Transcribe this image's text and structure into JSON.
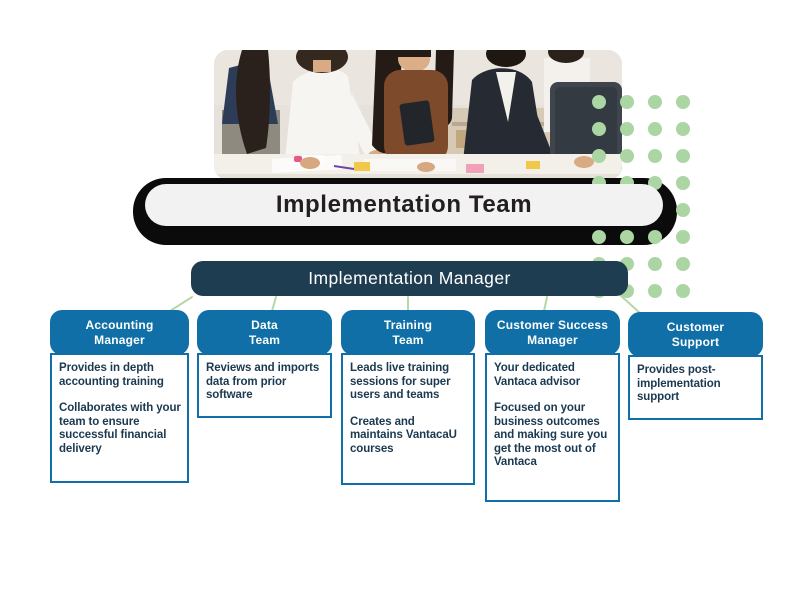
{
  "banner": {
    "title": "Implementation Team"
  },
  "manager": {
    "label": "Implementation Manager"
  },
  "boxes": [
    {
      "title_line1": "Accounting",
      "title_line2": "Manager",
      "paragraphs": [
        "Provides in depth accounting training",
        "Collaborates with your team to ensure successful financial delivery"
      ]
    },
    {
      "title_line1": "Data",
      "title_line2": "Team",
      "paragraphs": [
        "Reviews and imports data from prior software"
      ]
    },
    {
      "title_line1": "Training",
      "title_line2": "Team",
      "paragraphs": [
        "Leads live training sessions for super users and teams",
        "Creates and maintains VantacaU courses"
      ]
    },
    {
      "title_line1": "Customer Success",
      "title_line2": "Manager",
      "paragraphs": [
        "Your dedicated Vantaca advisor",
        "Focused on your business outcomes and making sure you get the most out of Vantaca"
      ]
    },
    {
      "title_line1": "Customer",
      "title_line2": "Support",
      "paragraphs": [
        "Provides post-implementation support"
      ]
    }
  ],
  "colors": {
    "accent_blue": "#0f6fa6",
    "navy": "#1f3d50",
    "dot_green": "#abd5a2",
    "line_green": "#b5d8a5",
    "banner_bg": "#f2f2f3",
    "banner_text": "#231f20",
    "body_text": "#1b3950"
  }
}
